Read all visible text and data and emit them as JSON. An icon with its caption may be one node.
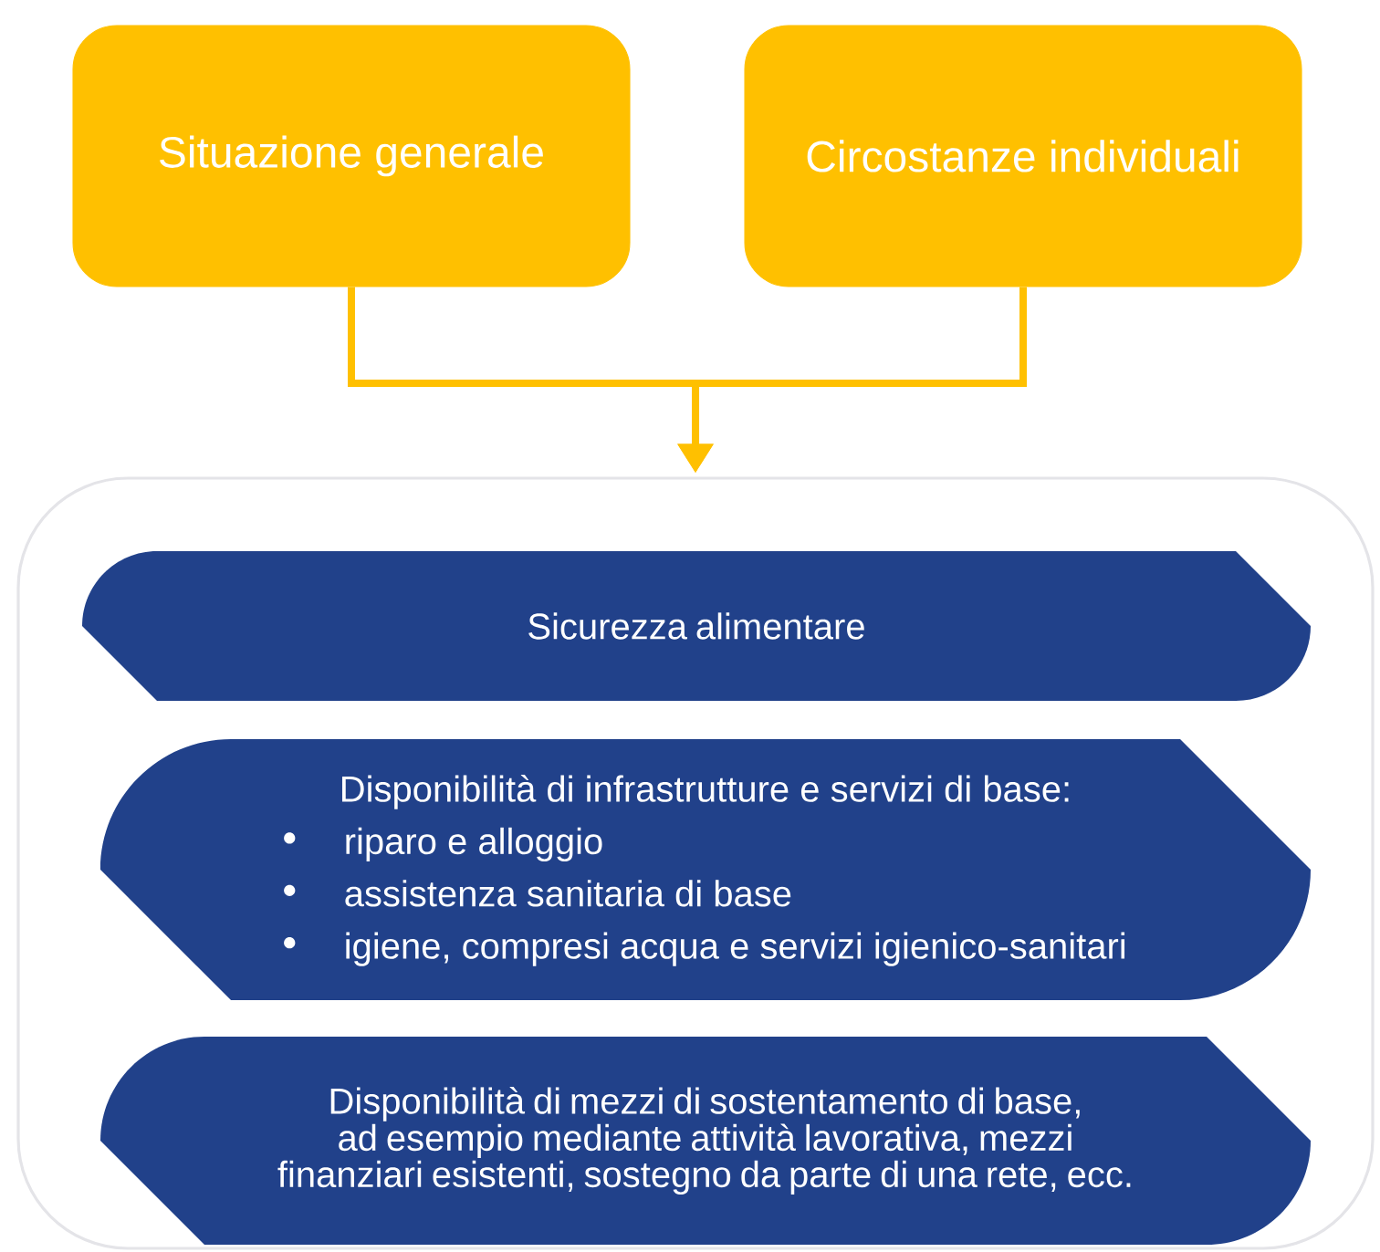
{
  "diagram": {
    "nodes": [
      {
        "text": [
          "Situazione generale"
        ]
      },
      {
        "text": [
          "Circostanze individuali"
        ]
      },
      {
        "text": [],
        "shape": "box"
      },
      {
        "text": [
          "Sicurezza alimentare"
        ],
        "in": 2
      },
      {
        "text": [
          "Disponibilità di infrastrutture e servizi di base:",
          "riparo e alloggio",
          "assistenza sanitaria di base",
          "igiene, compresi acqua e servizi igienico-sanitari"
        ],
        "in": 2
      },
      {
        "text": [
          "Disponibilità di mezzi di sostentamento di base, ad esempio mediante attività lavorativa, mezzi finanziari esistenti, sostegno da parte di una rete, ecc."
        ],
        "in": 2
      }
    ],
    "edges": [
      {
        "from": 0,
        "to": 2,
        "arrow": "to"
      },
      {
        "from": 1,
        "to": 2,
        "arrow": "to"
      }
    ]
  }
}
